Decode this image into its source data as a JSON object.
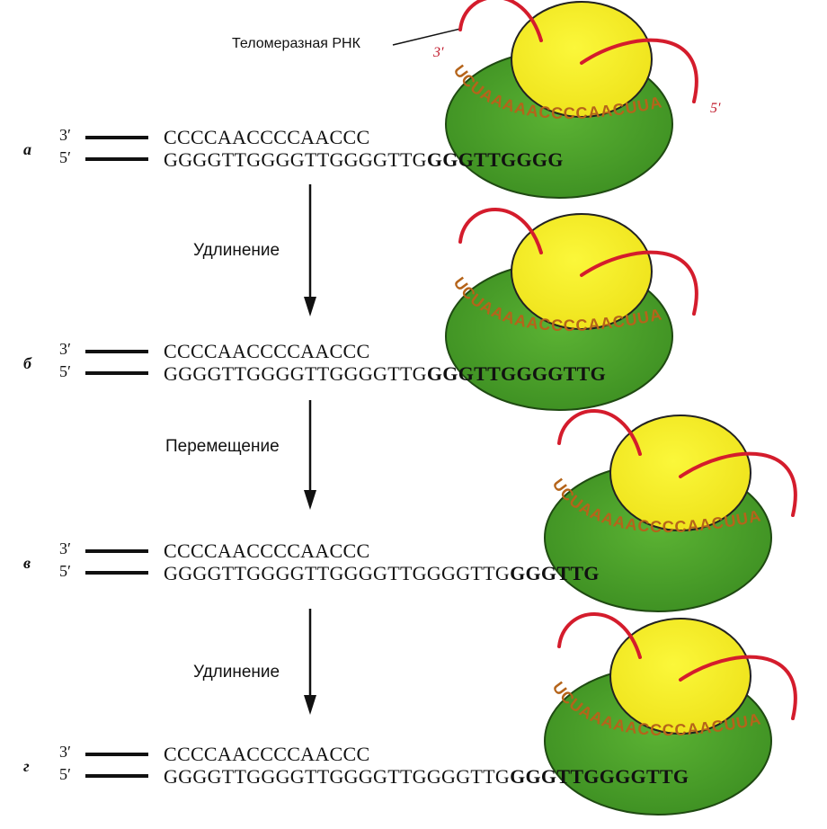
{
  "caption_rna": "Теломеразная РНК",
  "prime_3": "3′",
  "prime_5": "5′",
  "rna_letters": "UCUAAAAACCCCAACUUA",
  "colors": {
    "outer_ellipse": "#4da32a",
    "inner_circle": "#f2ee22",
    "rna_strand": "#d41c2c",
    "rna_letters": "#b5641a",
    "text": "#111111"
  },
  "steps": [
    {
      "letter": "а",
      "top_label": "3′",
      "bottom_label": "5′",
      "top_seq": "CCCCAACCCCAACCC",
      "bottom_plain": "GGGGTTGGGGTTGGGGTTG",
      "bottom_bold": "GGGTTGGGG"
    },
    {
      "letter": "б",
      "top_label": "3′",
      "bottom_label": "5′",
      "top_seq": "CCCCAACCCCAACCC",
      "bottom_plain": "GGGGTTGGGGTTGGGGTTG",
      "bottom_bold": "GGGTTGGGGTTG"
    },
    {
      "letter": "в",
      "top_label": "3′",
      "bottom_label": "5′",
      "top_seq": "CCCCAACCCCAACCC",
      "bottom_plain": "GGGGTTGGGGTTGGGGTTGGGGTTG",
      "bottom_bold": "GGGTTG"
    },
    {
      "letter": "г",
      "top_label": "3′",
      "bottom_label": "5′",
      "top_seq": "CCCCAACCCCAACCC",
      "bottom_plain": "GGGGTTGGGGTTGGGGTTGGGGTTG",
      "bottom_bold": "GGGTTGGGGTTG"
    }
  ],
  "transitions": [
    "Удлинение",
    "Перемещение",
    "Удлинение"
  ]
}
